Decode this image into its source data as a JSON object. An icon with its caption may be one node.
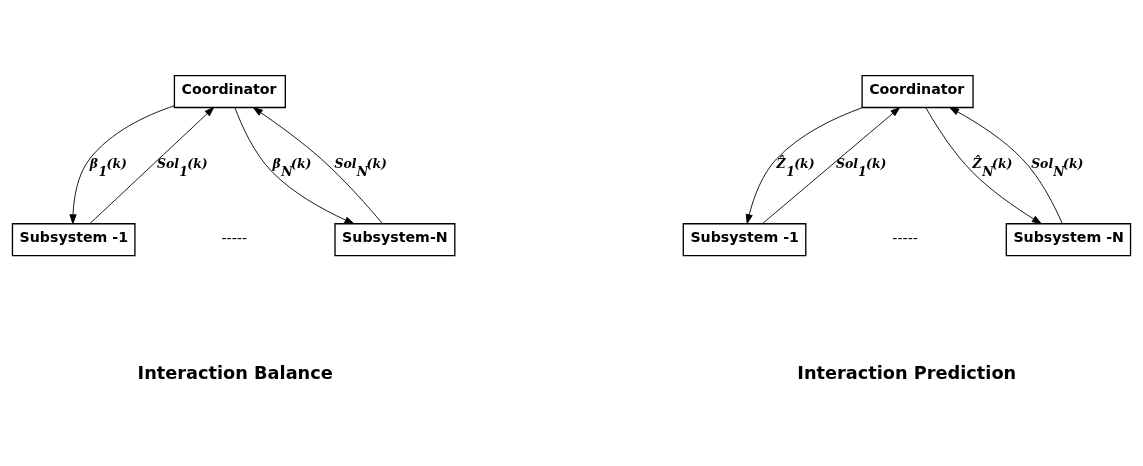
{
  "diagram": {
    "nodes": [
      {
        "text": [
          "Coordinator"
        ]
      },
      {
        "text": [
          "Subsystem -1"
        ]
      },
      {
        "text": [
          "Subsystem-N"
        ]
      },
      {
        "text": [
          "Coordinator"
        ]
      },
      {
        "text": [
          "Subsystem -1"
        ]
      },
      {
        "text": [
          "Subsystem -N"
        ]
      }
    ],
    "edges": [
      {
        "from": 0,
        "to": 1,
        "arrow": "to",
        "label": "β$_{1}$(k)"
      },
      {
        "from": 1,
        "to": 0,
        "arrow": "to",
        "label": "Sol$_{1}$(k)"
      },
      {
        "from": 2,
        "to": 0,
        "arrow": "to",
        "label": "Sol$_{N}$(k)"
      },
      {
        "from": 0,
        "to": 2,
        "arrow": "to",
        "label": "β$_{N}$(k)"
      },
      {
        "from": 3,
        "to": 4,
        "arrow": "to",
        "label": "Ẑ$_{1}$(k)"
      },
      {
        "from": 4,
        "to": 3,
        "arrow": "to",
        "label": "Sol$_{1}$(k)"
      },
      {
        "from": 5,
        "to": 3,
        "arrow": "to",
        "label": "Sol$_{N}$(k)"
      },
      {
        "from": 3,
        "to": 5,
        "arrow": "to",
        "label": "Ẑ$_{N}$(k)"
      }
    ],
    "labels": [
      "-----",
      "-----",
      "Interaction Balance",
      "Interaction Prediction"
    ]
  }
}
